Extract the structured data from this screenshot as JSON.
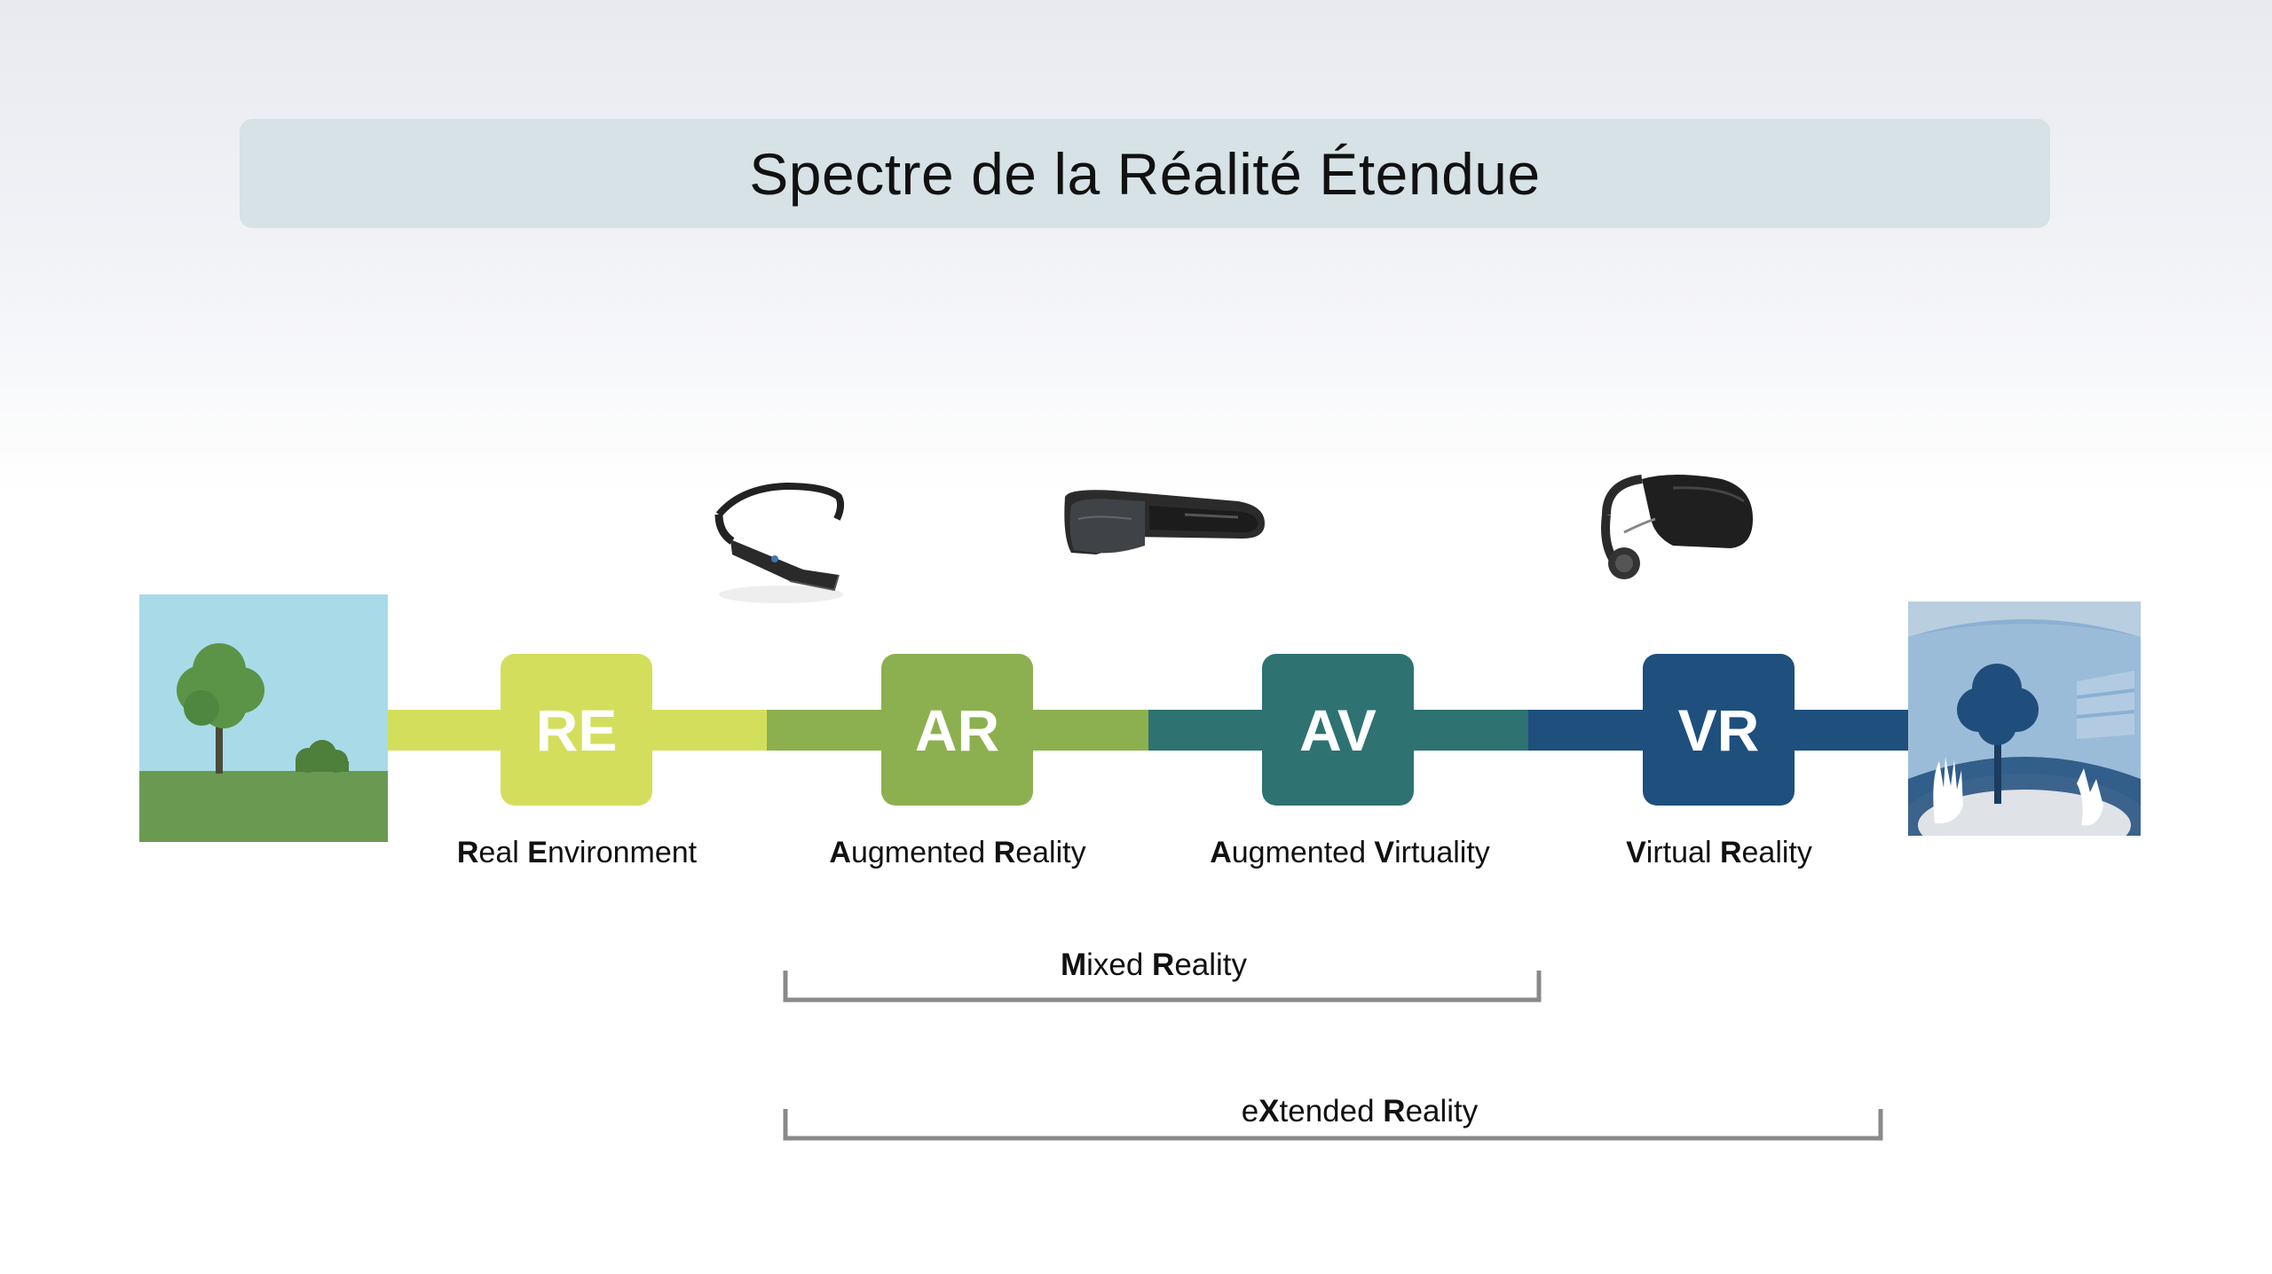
{
  "title": "Spectre de la Réalité Étendue",
  "stages": [
    {
      "abbr": "RE",
      "label_parts": [
        {
          "bold": "R"
        },
        {
          "text": "eal "
        },
        {
          "bold": "E"
        },
        {
          "text": "nvironment"
        }
      ],
      "color": "#d3df5c"
    },
    {
      "abbr": "AR",
      "label_parts": [
        {
          "bold": "A"
        },
        {
          "text": "ugmented "
        },
        {
          "bold": "R"
        },
        {
          "text": "eality"
        }
      ],
      "color": "#8cb04f"
    },
    {
      "abbr": "AV",
      "label_parts": [
        {
          "bold": "A"
        },
        {
          "text": "ugmented "
        },
        {
          "bold": "V"
        },
        {
          "text": "irtuality"
        }
      ],
      "color": "#2e7272"
    },
    {
      "abbr": "VR",
      "label_parts": [
        {
          "bold": "V"
        },
        {
          "text": "irtual "
        },
        {
          "bold": "R"
        },
        {
          "text": "eality"
        }
      ],
      "color": "#1e4f7d"
    }
  ],
  "brackets": {
    "mixed": {
      "parts": [
        {
          "bold": "M"
        },
        {
          "text": "ixed "
        },
        {
          "bold": "R"
        },
        {
          "text": "eality"
        }
      ]
    },
    "extended": {
      "parts": [
        {
          "text": "e"
        },
        {
          "bold": "X"
        },
        {
          "text": "tended "
        },
        {
          "bold": "R"
        },
        {
          "text": "eality"
        }
      ]
    }
  },
  "icons": {
    "left_scene": "real-environment-scene-icon",
    "right_scene": "virtual-environment-scene-icon",
    "device_ar": "smart-glasses-icon",
    "device_av": "hololens-headset-icon",
    "device_vr": "vr-headset-icon"
  }
}
